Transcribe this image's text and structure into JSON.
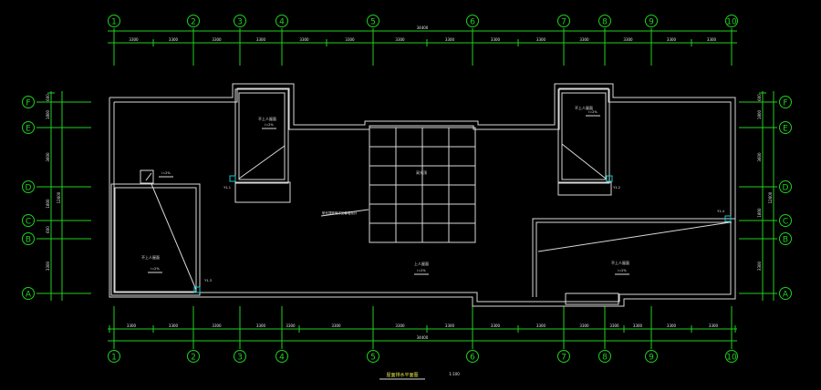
{
  "drawing": {
    "colors": {
      "background": "#000000",
      "grid": "#1fd11f",
      "walls": "#d8d8d8",
      "drain": "#17c7c7",
      "title": "#e8e84a"
    },
    "axes_horizontal": [
      "1",
      "2",
      "3",
      "4",
      "5",
      "6",
      "7",
      "8",
      "9",
      "10"
    ],
    "axes_vertical": [
      "F",
      "E",
      "D",
      "C",
      "B",
      "A"
    ],
    "dim_top_segments": [
      "3300",
      "3300",
      "3300",
      "3300",
      "3300",
      "3300",
      "3300",
      "3300",
      "3300",
      "3300",
      "3300",
      "3300",
      "3300",
      "3300"
    ],
    "dim_top_total": "34400",
    "dim_bottom_segments": [
      "3300",
      "3300",
      "3300",
      "3300",
      "3300",
      "3300",
      "3300",
      "3300",
      "3300",
      "3300",
      "3300",
      "3300",
      "3300",
      "3300",
      "3300"
    ],
    "dim_bottom_total": "34400",
    "dim_left_segments": [
      "600",
      "1800",
      "3600",
      "1800",
      "600",
      "3300"
    ],
    "dim_left_total": "12600",
    "dim_right_segments": [
      "600",
      "1800",
      "3600",
      "1800",
      "3300"
    ],
    "dim_right_total": "12600",
    "room_labels": [
      "不上人屋面",
      "不上人屋面",
      "不上人屋面",
      "上人屋面",
      "采光顶",
      "不上人屋面"
    ],
    "slope_labels": [
      "i=2%",
      "i=2%",
      "i=2%",
      "i=2%",
      "i=2%",
      "i=2%"
    ],
    "pipe_labels": [
      "Y1-1",
      "Y1-2",
      "Y1-3",
      "Y1-4"
    ],
    "note_skylight": "采光顶玻璃详见幕墙设计",
    "title": "屋面排水平面图",
    "scale": "1:100"
  }
}
